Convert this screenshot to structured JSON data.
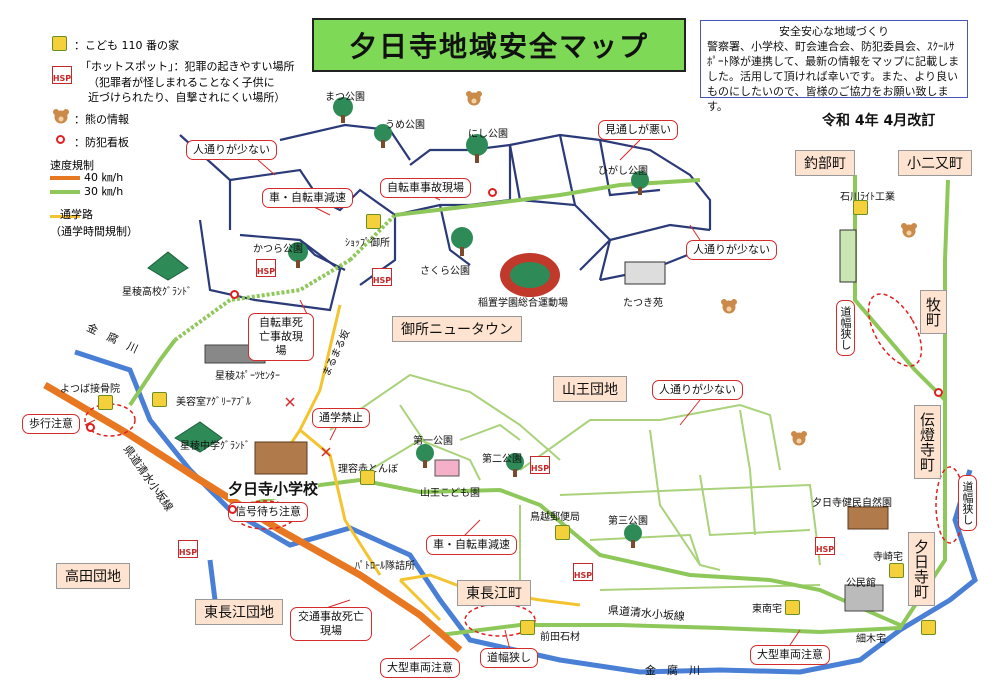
{
  "title": "夕日寺地域安全マップ",
  "notice": {
    "heading": "安全安心な地域づくり",
    "body": "警察署、小学校、町会連合会、防犯委員会、ｽｸｰﾙｻﾎﾟｰﾄ隊が連携して、最新の情報をマップに記載しました。活用して頂ければ幸いです。また、より良いものにしたいので、皆様のご協力をお願い致します。"
  },
  "revised": "令和 4年 4月改訂",
  "legend": {
    "kodomo110": "：こども 110 番の家",
    "hotspot_title": "「ホットスポット」：犯罪の起きやすい場所",
    "hotspot_desc1": "（犯罪者が怪しまれることなく子供に",
    "hotspot_desc2": "近づけられたり、自撃されにくい場所）",
    "hsp_mark": "HSP",
    "bear": "：熊の情報",
    "signboard": "：防犯看板",
    "speed_title": "速度規制",
    "speed40": "40 ㎞/h",
    "speed30": "30 ㎞/h",
    "school_route": "通学路",
    "school_route_note": "（通学時間規制）"
  },
  "colors": {
    "speed40": "#e87722",
    "speed30": "#8fc85a",
    "school_route": "#f4c430",
    "river": "#4a7fd6",
    "road": "#2b3a78",
    "minor_road": "#a9d27a",
    "callout_border": "#d42b2b",
    "title_bg": "#7ed957",
    "area_bg": "#fde3d0"
  },
  "callouts": [
    "人通りが少ない",
    "車・自転車減速",
    "自転車事故現場",
    "見通しが悪い",
    "人通りが少ない",
    "自転車死亡事故現場",
    "通学禁止",
    "人通りが少ない",
    "歩行注意",
    "信号待ち注意",
    "車・自転車減速",
    "交通事故死亡現場",
    "大型車両注意",
    "道幅狭し",
    "大型車両注意"
  ],
  "vertical_callouts": [
    "道幅狭し",
    "道幅狭し"
  ],
  "areas": [
    "御所ニュータウン",
    "山王団地",
    "高田団地",
    "東長江団地",
    "東長江町",
    "釣部町",
    "小二又町"
  ],
  "vertical_areas": [
    "牧町",
    "伝燈寺町",
    "夕日寺町"
  ],
  "school_label": "夕日寺小学校",
  "places": {
    "matsu": "まつ公園",
    "ume": "うめ公園",
    "nishi": "にし公園",
    "higashi": "ひがし公園",
    "katsura": "かつら公園",
    "gosho": "ｼｮｯﾌﾟ御所",
    "sakura": "さくら公園",
    "stadium": "稲置学園総合運動場",
    "tatsuki": "たつき苑",
    "seiryo_ground": "星稜高校ｸﾞﾗﾝﾄﾞ",
    "seiryo_sports": "星稜ｽﾎﾟｰﾂｾﾝﾀｰ",
    "yotsuba": "よつば接骨院",
    "biyoshitsu": "美容室ｱｸﾞﾘｰｱﾌﾞﾙ",
    "seiryo_jhs": "星稜中学ｸﾞﾗﾝﾄﾞ",
    "marumaru": "まるまる坂",
    "riken": "理容赤とんぼ",
    "dai1": "第一公園",
    "dai2": "第二公園",
    "sanno_kodomo": "山王こども園",
    "post": "鳥越郵便局",
    "dai3": "第三公園",
    "kenmin": "夕日寺健民自然園",
    "terasaki": "寺崎宅",
    "kominkan": "公民館",
    "tounan": "東南宅",
    "hosoki": "細木宅",
    "maeda": "前田石材",
    "patrol": "ﾊﾟﾄﾛｰﾙ隊詰所",
    "ishikawa": "石川ﾗｲﾄ工業",
    "route_label": "県道清水小坂線",
    "route_label2": "県道清水小坂線",
    "river1": "金　腐　川",
    "river2": "金　腐　川"
  }
}
